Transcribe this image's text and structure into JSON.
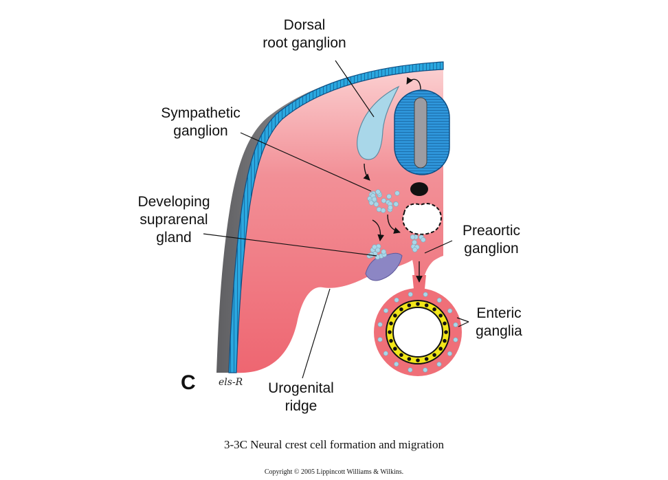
{
  "labels": {
    "dorsal_root_ganglion": [
      "Dorsal",
      "root ganglion"
    ],
    "sympathetic_ganglion": [
      "Sympathetic",
      "ganglion"
    ],
    "developing_suprarenal_gland": [
      "Developing",
      "suprarenal",
      "gland"
    ],
    "preaortic_ganglion": [
      "Preaortic",
      "ganglion"
    ],
    "enteric_ganglia": [
      "Enteric",
      "ganglia"
    ],
    "urogenital_ridge": [
      "Urogenital",
      "ridge"
    ]
  },
  "panel_letter": "C",
  "signature": "els-R",
  "caption": "3-3C  Neural crest cell formation and migration",
  "copyright": "Copyright © 2005 Lippincott Williams & Wilkins.",
  "colors": {
    "mesoderm": "#ef6f78",
    "ectoderm": "#2aa7df",
    "neural_crest_cells": "#a9d7e9",
    "suprarenal_gland": "#8c86c4",
    "gut_lining": "#f2e619",
    "leader_line": "#111111"
  }
}
